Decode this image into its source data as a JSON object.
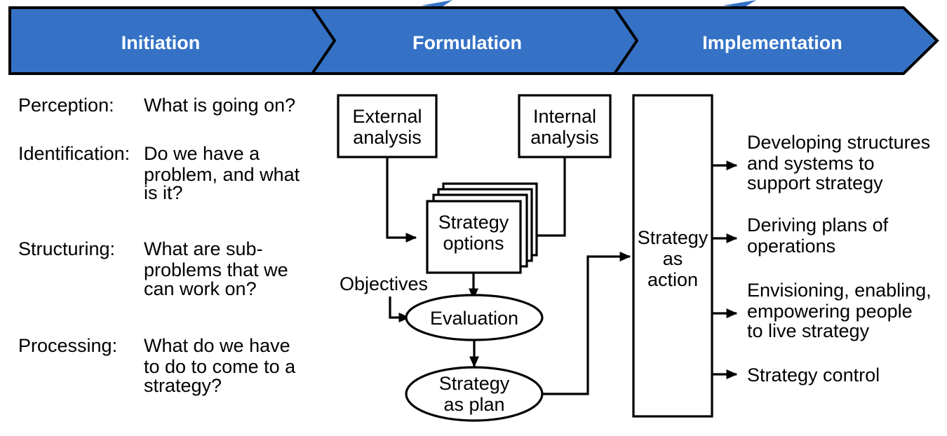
{
  "colors": {
    "banner_fill": "#3572C6",
    "banner_stroke": "#000000",
    "banner_text": "#ffffff",
    "body_text": "#000000",
    "shape_fill": "#ffffff",
    "shape_stroke": "#000000",
    "page_background": "#ffffff"
  },
  "banner": {
    "phases": [
      {
        "id": "initiation",
        "label": "Initiation"
      },
      {
        "id": "formulation",
        "label": "Formulation"
      },
      {
        "id": "implementation",
        "label": "Implementation"
      }
    ]
  },
  "initiation_column": {
    "rows": [
      {
        "term": "Perception:",
        "question": [
          "What is going on?"
        ]
      },
      {
        "term": "Identification:",
        "question": [
          "Do we have a",
          "problem, and what",
          "is it?"
        ]
      },
      {
        "term": "Structuring:",
        "question": [
          "What are sub-",
          "problems that we",
          "can work on?"
        ]
      },
      {
        "term": "Processing:",
        "question": [
          "What do we have",
          "to do to come to a",
          "strategy?"
        ]
      }
    ]
  },
  "formulation_column": {
    "external_analysis": [
      "External",
      "analysis"
    ],
    "internal_analysis": [
      "Internal",
      "analysis"
    ],
    "strategy_options": [
      "Strategy",
      "options"
    ],
    "objectives": "Objectives",
    "evaluation": "Evaluation",
    "strategy_as_plan": [
      "Strategy",
      "as plan"
    ]
  },
  "implementation_column": {
    "strategy_as_action": [
      "Strategy",
      "as",
      "action"
    ],
    "outcomes": [
      {
        "id": "structures-systems",
        "lines": [
          "Developing structures",
          "and systems to",
          "support strategy"
        ]
      },
      {
        "id": "plans-operations",
        "lines": [
          "Deriving plans of",
          "operations"
        ]
      },
      {
        "id": "envisioning-enabling",
        "lines": [
          "Envisioning, enabling,",
          "empowering people",
          "to live strategy"
        ]
      },
      {
        "id": "strategy-control",
        "lines": [
          "Strategy control"
        ]
      }
    ]
  }
}
